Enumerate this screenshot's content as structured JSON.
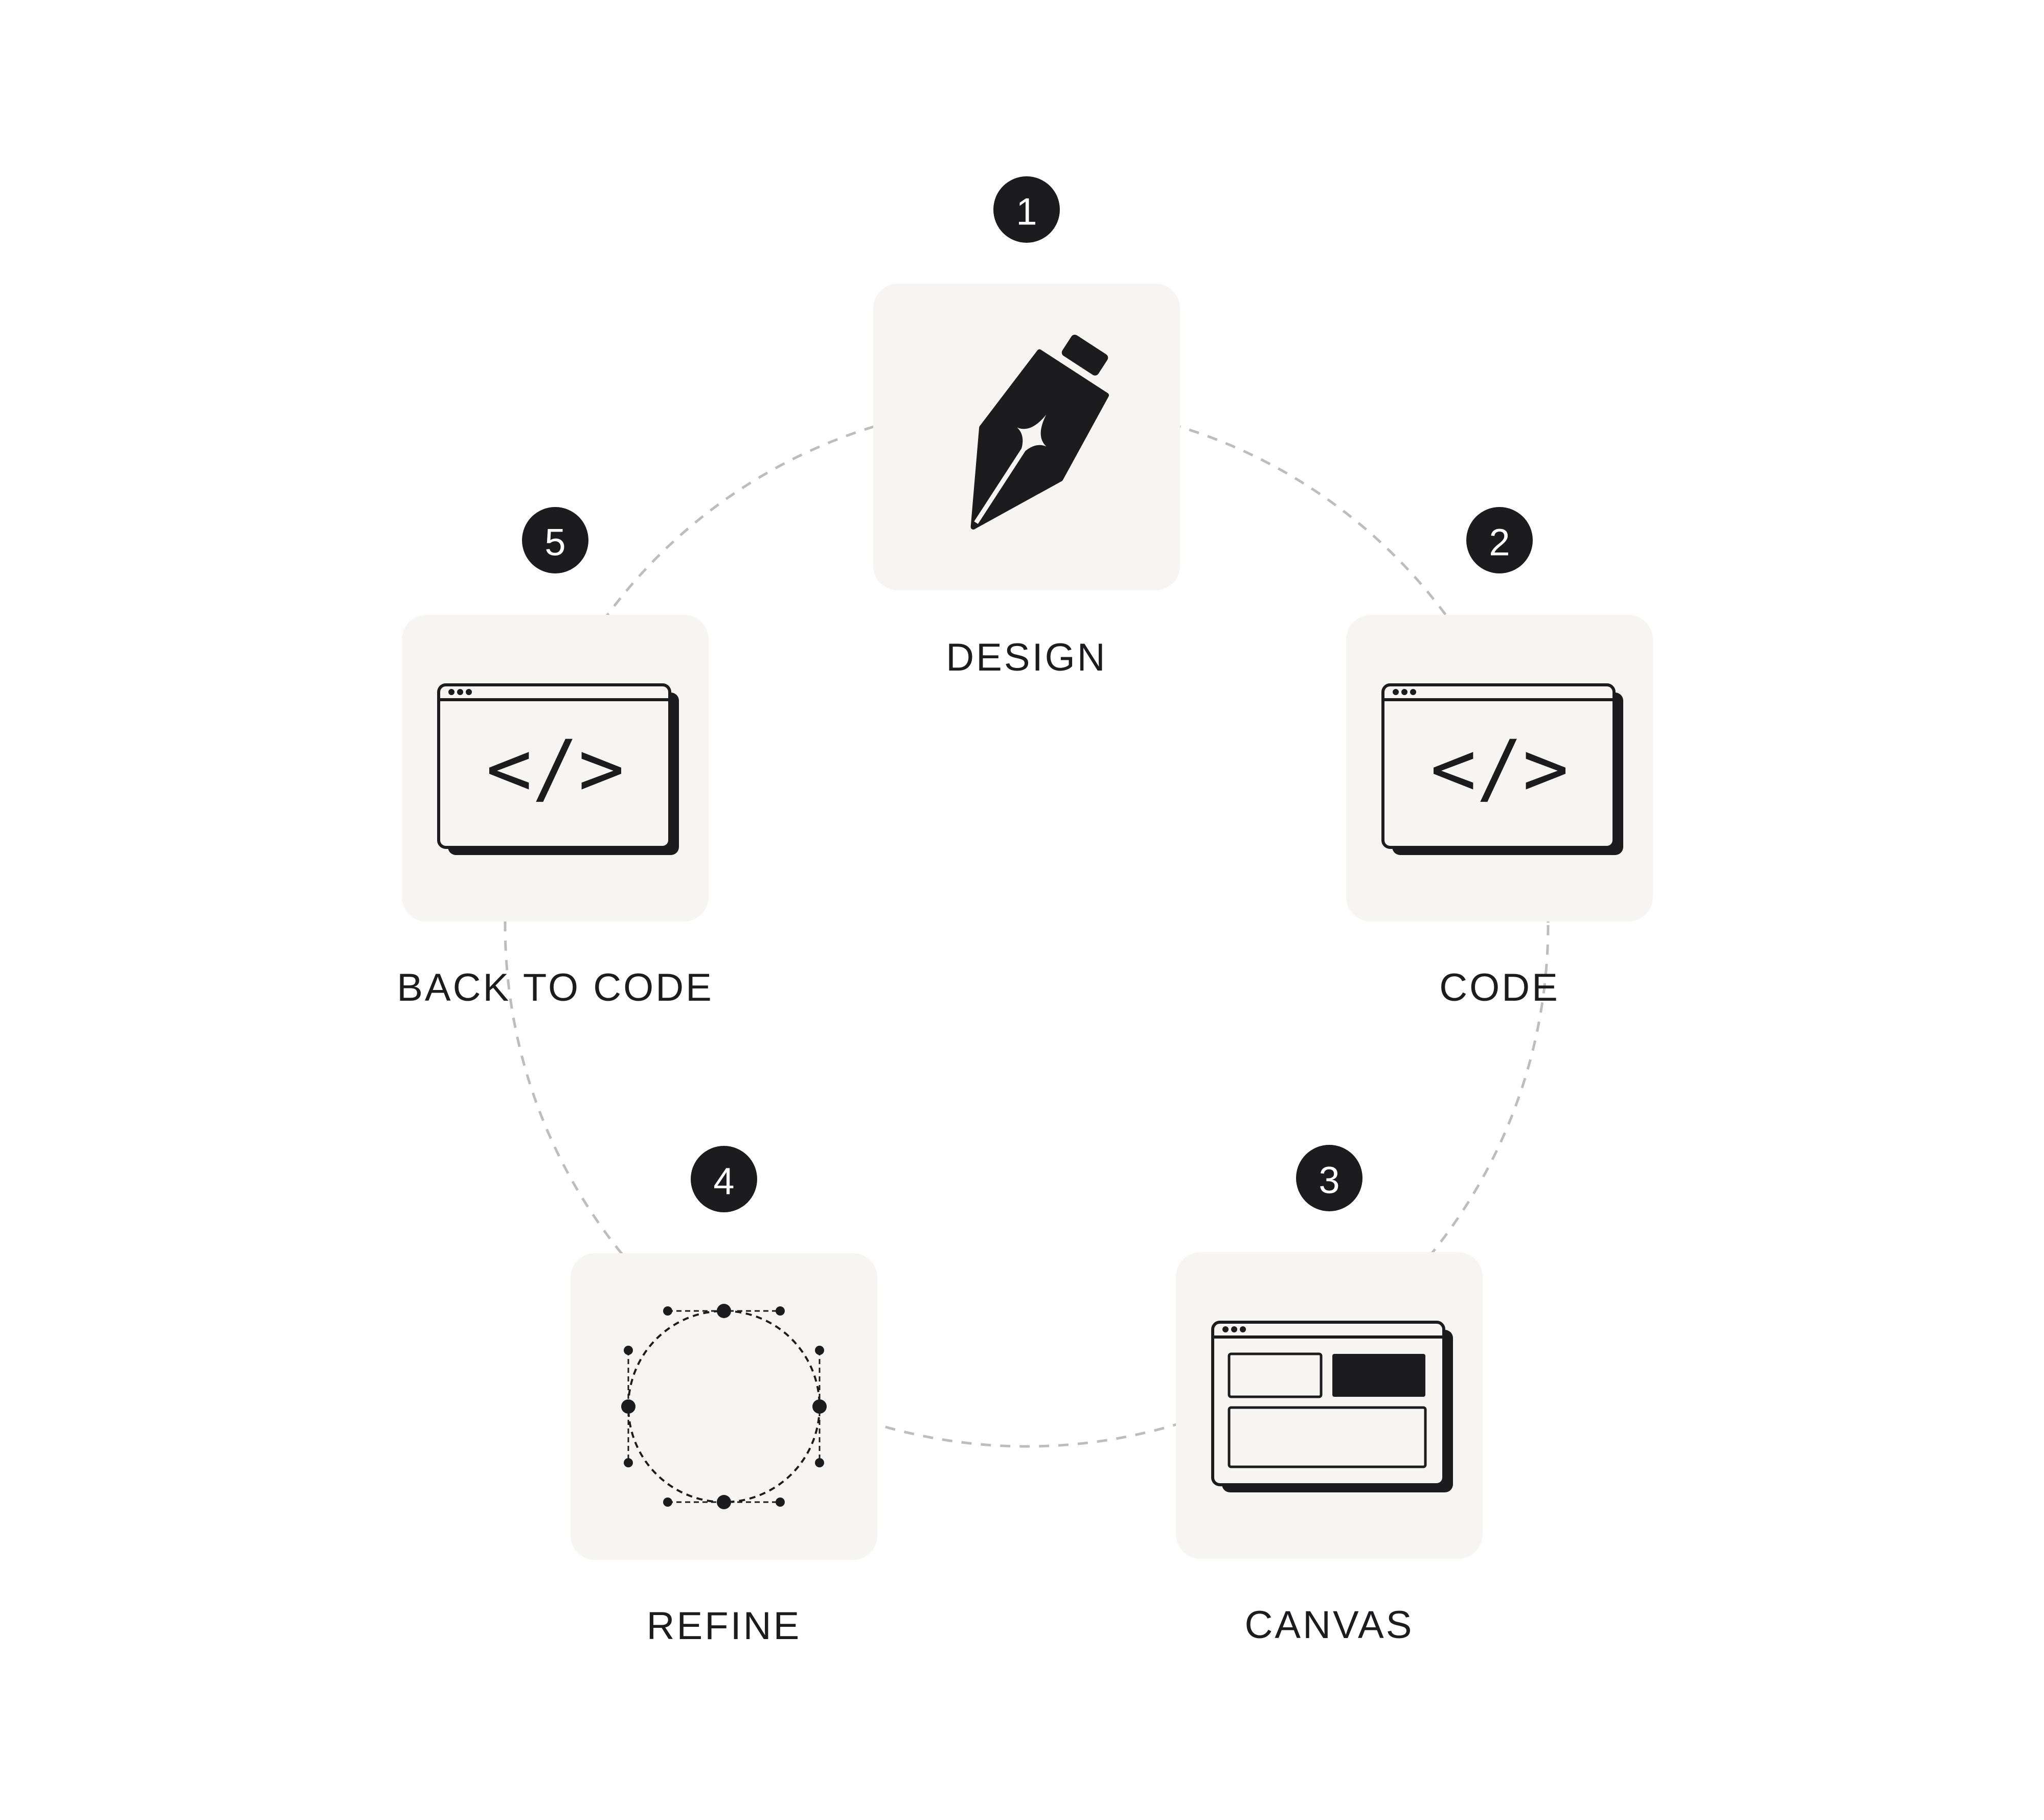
{
  "steps": [
    {
      "number": "1",
      "label": "DESIGN",
      "icon": "pen-nib-icon"
    },
    {
      "number": "2",
      "label": "CODE",
      "icon": "code-window-icon"
    },
    {
      "number": "3",
      "label": "CANVAS",
      "icon": "canvas-layout-icon"
    },
    {
      "number": "4",
      "label": "REFINE",
      "icon": "vector-circle-icon"
    },
    {
      "number": "5",
      "label": "BACK TO CODE",
      "icon": "code-window-icon"
    }
  ],
  "code_glyph": "</>",
  "colors": {
    "ink": "#1c1c1e",
    "card": "#f6f5f2",
    "ring": "#bdbdbd",
    "background": "#ffffff"
  }
}
